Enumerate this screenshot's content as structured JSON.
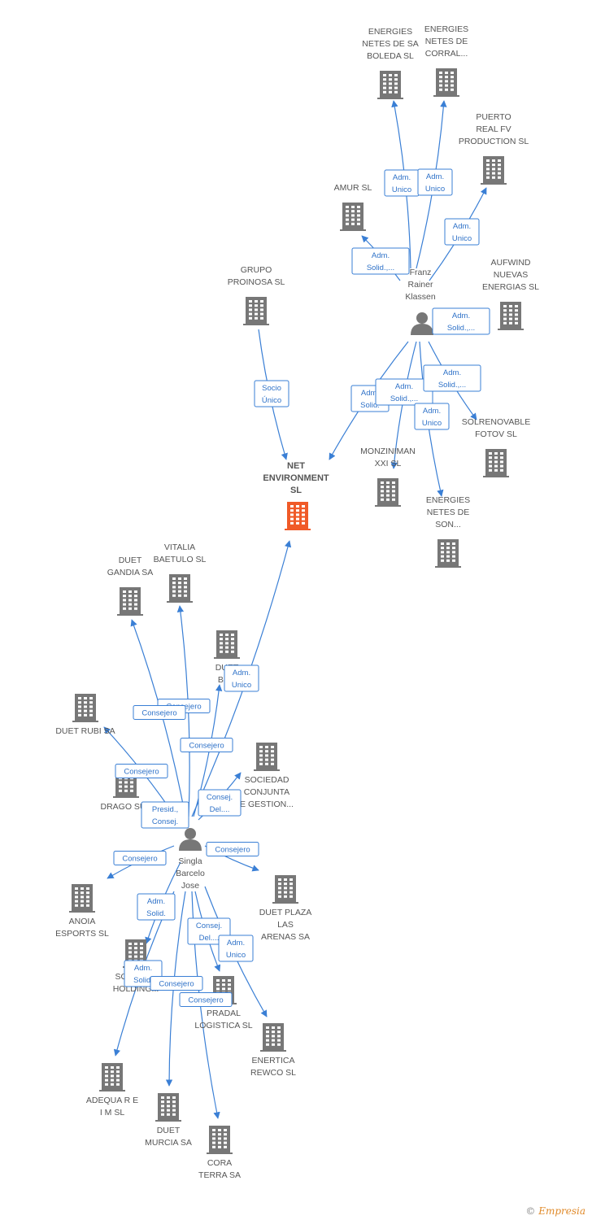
{
  "colors": {
    "edge": "#3a7fd5",
    "building": "#777777",
    "building_center": "#f05a28",
    "person": "#777777",
    "label": "#555555"
  },
  "center": {
    "id": "net",
    "lines": [
      "NET",
      "ENVIRONMENT",
      "SL"
    ]
  },
  "persons": [
    {
      "id": "franz",
      "lines": [
        "Franz",
        "Rainer",
        "Klassen"
      ]
    },
    {
      "id": "singla",
      "lines": [
        "Singla",
        "Barcelo",
        "Jose"
      ]
    }
  ],
  "companies": [
    {
      "id": "esb",
      "lines": [
        "ENERGIES",
        "NETES DE SA",
        "BOLEDA SL"
      ]
    },
    {
      "id": "enc",
      "lines": [
        "ENERGIES",
        "NETES DE",
        "CORRAL..."
      ]
    },
    {
      "id": "puerto",
      "lines": [
        "PUERTO",
        "REAL FV",
        "PRODUCTION SL"
      ]
    },
    {
      "id": "amur",
      "lines": [
        "AMUR SL"
      ]
    },
    {
      "id": "aufwind",
      "lines": [
        "AUFWIND",
        "NUEVAS",
        "ENERGIAS SL"
      ]
    },
    {
      "id": "grupo",
      "lines": [
        "GRUPO",
        "PROINOSA  SL"
      ]
    },
    {
      "id": "solren",
      "lines": [
        "SOLRENOVABLE",
        "FOTOV SL"
      ]
    },
    {
      "id": "monz",
      "lines": [
        "MONZINIMAN",
        "XXI SL"
      ]
    },
    {
      "id": "ens",
      "lines": [
        "ENERGIES",
        "NETES DE",
        "SON..."
      ]
    },
    {
      "id": "vitalia",
      "lines": [
        "VITALIA",
        "BAETULO SL"
      ]
    },
    {
      "id": "gandia",
      "lines": [
        "DUET",
        "GANDIA SA"
      ]
    },
    {
      "id": "duetbdn",
      "lines": [
        "DUET",
        "BDN"
      ]
    },
    {
      "id": "rubi",
      "lines": [
        "DUET RUBI SA"
      ]
    },
    {
      "id": "drago",
      "lines": [
        "DRAGO SUB"
      ]
    },
    {
      "id": "sociedad",
      "lines": [
        "SOCIEDAD",
        "CONJUNTA",
        "E GESTION..."
      ]
    },
    {
      "id": "anoia",
      "lines": [
        "ANOIA",
        "ESPORTS SL"
      ]
    },
    {
      "id": "plaza",
      "lines": [
        "DUET PLAZA",
        "LAS",
        "ARENAS SA"
      ]
    },
    {
      "id": "societat",
      "lines": [
        "SOCIETAT",
        "HOLDING..."
      ]
    },
    {
      "id": "pradal",
      "lines": [
        "PRADAL",
        "LOGISTICA SL"
      ]
    },
    {
      "id": "enertica",
      "lines": [
        "ENERTICA",
        "REWCO  SL"
      ]
    },
    {
      "id": "adequa",
      "lines": [
        "ADEQUA R E",
        "I M SL"
      ]
    },
    {
      "id": "murcia",
      "lines": [
        "DUET",
        "MURCIA SA"
      ]
    },
    {
      "id": "cora",
      "lines": [
        "CORA",
        "TERRA SA"
      ]
    }
  ],
  "edges": [
    {
      "id": "e-franz-esb",
      "label": [
        "Adm.",
        "Unico"
      ]
    },
    {
      "id": "e-franz-enc",
      "label": [
        "Adm.",
        "Unico"
      ]
    },
    {
      "id": "e-franz-puerto",
      "label": [
        "Adm.",
        "Unico"
      ]
    },
    {
      "id": "e-franz-amur",
      "label": [
        "Adm.",
        "Solid.,..."
      ]
    },
    {
      "id": "e-franz-aufwind",
      "label": [
        "Adm.",
        "Solid.,..."
      ]
    },
    {
      "id": "e-grupo-net",
      "label": [
        "Socio",
        "Único"
      ]
    },
    {
      "id": "e-franz-net",
      "label": [
        "Adm.",
        "Solid."
      ]
    },
    {
      "id": "e-franz-monz",
      "label": [
        "Adm.",
        "Solid.,..."
      ]
    },
    {
      "id": "e-franz-solren",
      "label": [
        "Adm.",
        "Solid.,..."
      ]
    },
    {
      "id": "e-franz-ens",
      "label": [
        "Adm.",
        "Unico"
      ]
    },
    {
      "id": "e-singla-net",
      "label": [
        "Adm.",
        "Unico"
      ]
    },
    {
      "id": "e-singla-vitalia",
      "label": [
        "Consejero"
      ]
    },
    {
      "id": "e-singla-gandia",
      "label": [
        "Consejero"
      ]
    },
    {
      "id": "e-singla-duetbdn",
      "label": [
        "Consejero"
      ]
    },
    {
      "id": "e-singla-rubi",
      "label": [
        "Consejero"
      ]
    },
    {
      "id": "e-singla-drago",
      "label": [
        "Presid.,",
        "Consej."
      ]
    },
    {
      "id": "e-singla-sociedad",
      "label": [
        "Consej.",
        "Del...."
      ]
    },
    {
      "id": "e-singla-anoia",
      "label": [
        "Consejero"
      ]
    },
    {
      "id": "e-singla-plaza",
      "label": [
        "Consejero"
      ]
    },
    {
      "id": "e-singla-societat",
      "label": [
        "Adm.",
        "Solid."
      ]
    },
    {
      "id": "e-singla-pradal",
      "label": [
        "Consej.",
        "Del...."
      ]
    },
    {
      "id": "e-singla-enertica",
      "label": [
        "Adm.",
        "Unico"
      ]
    },
    {
      "id": "e-singla-adequa",
      "label": [
        "Adm.",
        "Solid."
      ]
    },
    {
      "id": "e-singla-murcia",
      "label": [
        "Consejero"
      ]
    },
    {
      "id": "e-singla-cora",
      "label": [
        "Consejero"
      ]
    }
  ],
  "watermark": {
    "symbol": "©",
    "brand": "Empresia"
  }
}
